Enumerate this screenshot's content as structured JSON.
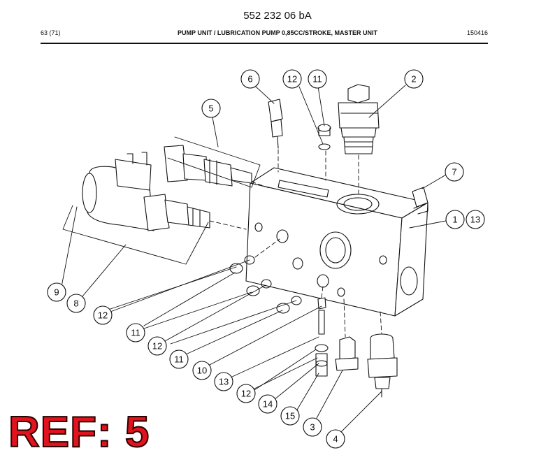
{
  "header": {
    "doc_number": "552 232 06 bA",
    "page": "63 (71)",
    "title": "PUMP UNIT / LUBRICATION PUMP 0,85CC/STROKE, MASTER UNIT",
    "date_code": "150416"
  },
  "callouts": [
    {
      "id": "c6",
      "label": "6"
    },
    {
      "id": "c12a",
      "label": "12"
    },
    {
      "id": "c11a",
      "label": "11"
    },
    {
      "id": "c2",
      "label": "2"
    },
    {
      "id": "c5",
      "label": "5"
    },
    {
      "id": "c7",
      "label": "7"
    },
    {
      "id": "c1",
      "label": "1"
    },
    {
      "id": "c13a",
      "label": "13"
    },
    {
      "id": "c9",
      "label": "9"
    },
    {
      "id": "c8",
      "label": "8"
    },
    {
      "id": "c12b",
      "label": "12"
    },
    {
      "id": "c11b",
      "label": "11"
    },
    {
      "id": "c12c",
      "label": "12"
    },
    {
      "id": "c11c",
      "label": "11"
    },
    {
      "id": "c10",
      "label": "10"
    },
    {
      "id": "c13b",
      "label": "13"
    },
    {
      "id": "c12d",
      "label": "12"
    },
    {
      "id": "c14",
      "label": "14"
    },
    {
      "id": "c15",
      "label": "15"
    },
    {
      "id": "c3",
      "label": "3"
    },
    {
      "id": "c4",
      "label": "4"
    }
  ],
  "ref_badge": "REF: 5"
}
